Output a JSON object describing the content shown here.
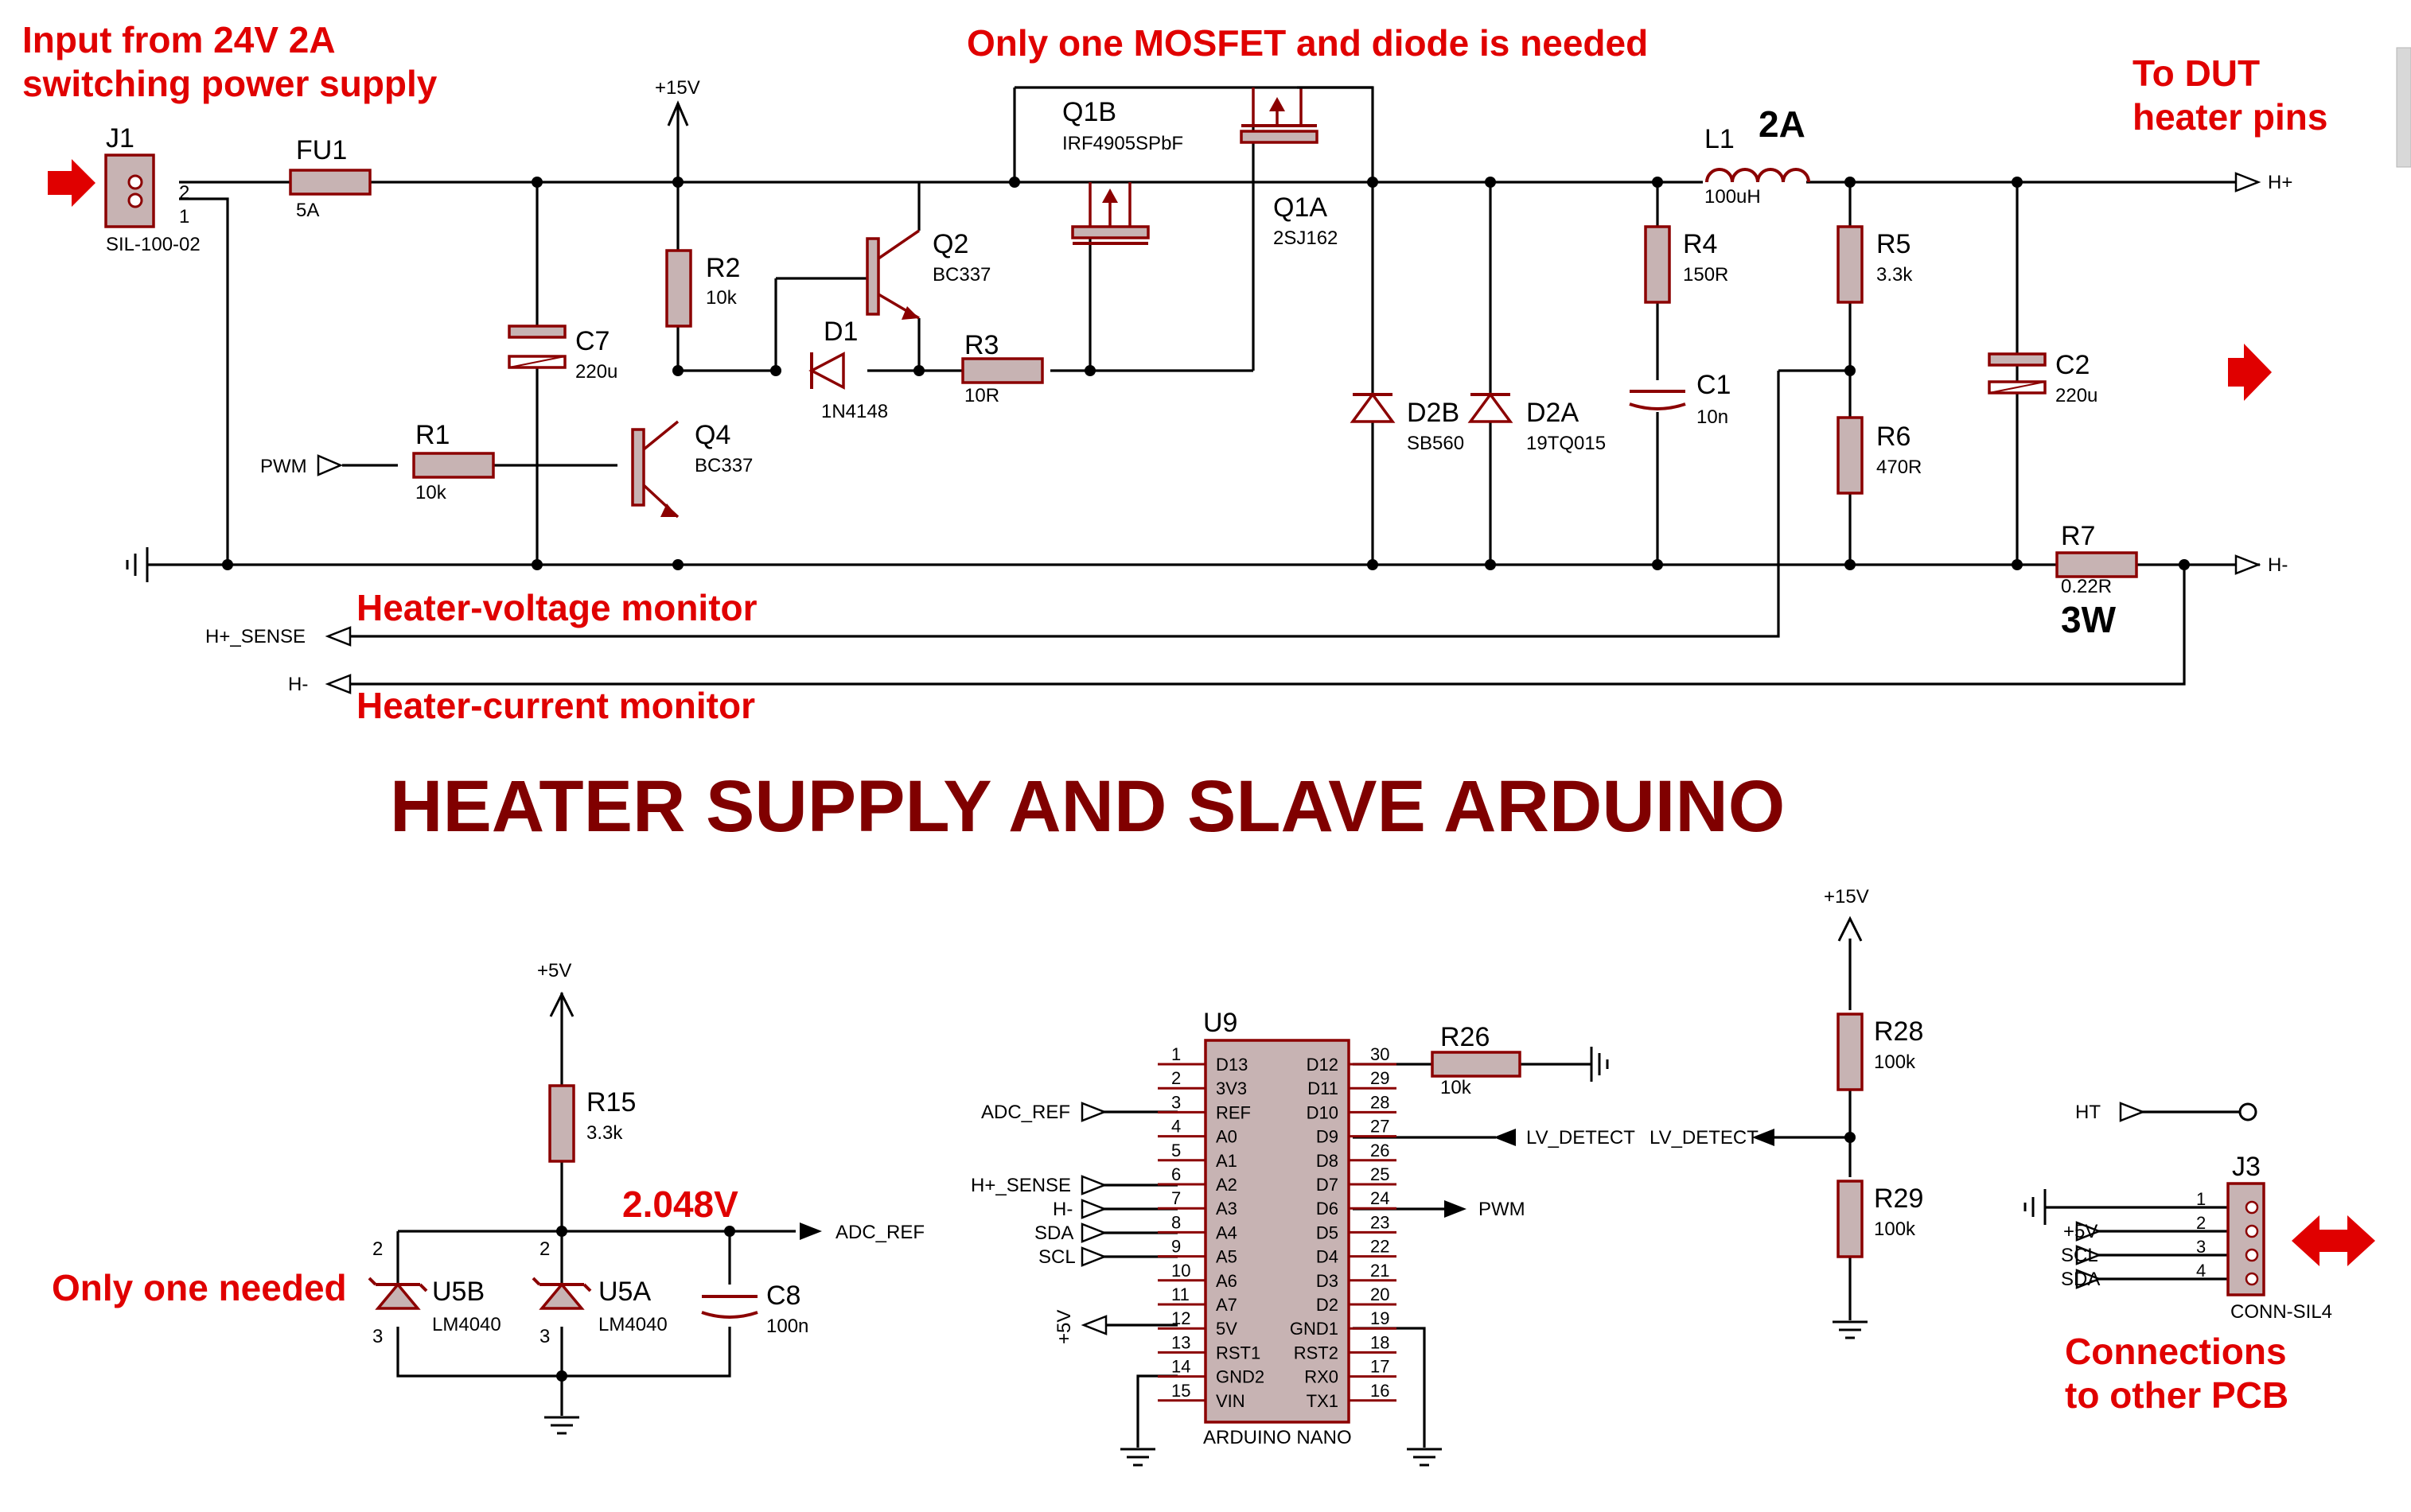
{
  "title": "HEATER SUPPLY AND SLAVE ARDUINO",
  "annotations": {
    "input_line1": "Input from 24V 2A",
    "input_line2": "switching power supply",
    "mosfet_note": "Only one MOSFET and diode is needed",
    "dut_line1": "To DUT",
    "dut_line2": "heater pins",
    "voltage_monitor": "Heater-voltage monitor",
    "current_monitor": "Heater-current monitor",
    "only_one": "Only one needed",
    "reference_voltage": "2.048V",
    "connections_line1": "Connections",
    "connections_line2": "to other PCB",
    "inductor_current": "2A",
    "r7_power": "3W"
  },
  "nets": {
    "v15": "+15V",
    "v5": "+5V",
    "pwm": "PWM",
    "h_plus": "H+",
    "h_minus": "H-",
    "h_plus_sense": "H+_SENSE",
    "adc_ref": "ADC_REF",
    "lv_detect": "LV_DETECT",
    "sda": "SDA",
    "scl": "SCL",
    "ht": "HT"
  },
  "components": {
    "j1": {
      "ref": "J1",
      "value": "SIL-100-02",
      "pin_a": "2",
      "pin_b": "1"
    },
    "fu1": {
      "ref": "FU1",
      "value": "5A"
    },
    "c7": {
      "ref": "C7",
      "value": "220u"
    },
    "r1": {
      "ref": "R1",
      "value": "10k"
    },
    "r2": {
      "ref": "R2",
      "value": "10k"
    },
    "q4": {
      "ref": "Q4",
      "value": "BC337"
    },
    "d1": {
      "ref": "D1",
      "value": "1N4148"
    },
    "q2": {
      "ref": "Q2",
      "value": "BC337"
    },
    "r3": {
      "ref": "R3",
      "value": "10R"
    },
    "q1b": {
      "ref": "Q1B",
      "value": "IRF4905SPbF"
    },
    "q1a": {
      "ref": "Q1A",
      "value": "2SJ162"
    },
    "d2b": {
      "ref": "D2B",
      "value": "SB560"
    },
    "d2a": {
      "ref": "D2A",
      "value": "19TQ015"
    },
    "l1": {
      "ref": "L1",
      "value": "100uH"
    },
    "r4": {
      "ref": "R4",
      "value": "150R"
    },
    "c1": {
      "ref": "C1",
      "value": "10n"
    },
    "r5": {
      "ref": "R5",
      "value": "3.3k"
    },
    "r6": {
      "ref": "R6",
      "value": "470R"
    },
    "c2": {
      "ref": "C2",
      "value": "220u"
    },
    "r7": {
      "ref": "R7",
      "value": "0.22R"
    },
    "r15": {
      "ref": "R15",
      "value": "3.3k"
    },
    "u5b": {
      "ref": "U5B",
      "value": "LM4040",
      "pin_a": "2",
      "pin_b": "3"
    },
    "u5a": {
      "ref": "U5A",
      "value": "LM4040",
      "pin_a": "2",
      "pin_b": "3"
    },
    "c8": {
      "ref": "C8",
      "value": "100n"
    },
    "u9": {
      "ref": "U9",
      "value": "ARDUINO NANO",
      "left_pins": [
        {
          "num": "1",
          "name": "D13"
        },
        {
          "num": "2",
          "name": "3V3"
        },
        {
          "num": "3",
          "name": "REF"
        },
        {
          "num": "4",
          "name": "A0"
        },
        {
          "num": "5",
          "name": "A1"
        },
        {
          "num": "6",
          "name": "A2"
        },
        {
          "num": "7",
          "name": "A3"
        },
        {
          "num": "8",
          "name": "A4"
        },
        {
          "num": "9",
          "name": "A5"
        },
        {
          "num": "10",
          "name": "A6"
        },
        {
          "num": "11",
          "name": "A7"
        },
        {
          "num": "12",
          "name": "5V"
        },
        {
          "num": "13",
          "name": "RST1"
        },
        {
          "num": "14",
          "name": "GND2"
        },
        {
          "num": "15",
          "name": "VIN"
        }
      ],
      "right_pins": [
        {
          "num": "30",
          "name": "D12"
        },
        {
          "num": "29",
          "name": "D11"
        },
        {
          "num": "28",
          "name": "D10"
        },
        {
          "num": "27",
          "name": "D9"
        },
        {
          "num": "26",
          "name": "D8"
        },
        {
          "num": "25",
          "name": "D7"
        },
        {
          "num": "24",
          "name": "D6"
        },
        {
          "num": "23",
          "name": "D5"
        },
        {
          "num": "22",
          "name": "D4"
        },
        {
          "num": "21",
          "name": "D3"
        },
        {
          "num": "20",
          "name": "D2"
        },
        {
          "num": "19",
          "name": "GND1"
        },
        {
          "num": "18",
          "name": "RST2"
        },
        {
          "num": "17",
          "name": "RX0"
        },
        {
          "num": "16",
          "name": "TX1"
        }
      ]
    },
    "r26": {
      "ref": "R26",
      "value": "10k"
    },
    "r28": {
      "ref": "R28",
      "value": "100k"
    },
    "r29": {
      "ref": "R29",
      "value": "100k"
    },
    "j3": {
      "ref": "J3",
      "value": "CONN-SIL4",
      "pins": [
        "1",
        "2",
        "3",
        "4"
      ]
    }
  }
}
